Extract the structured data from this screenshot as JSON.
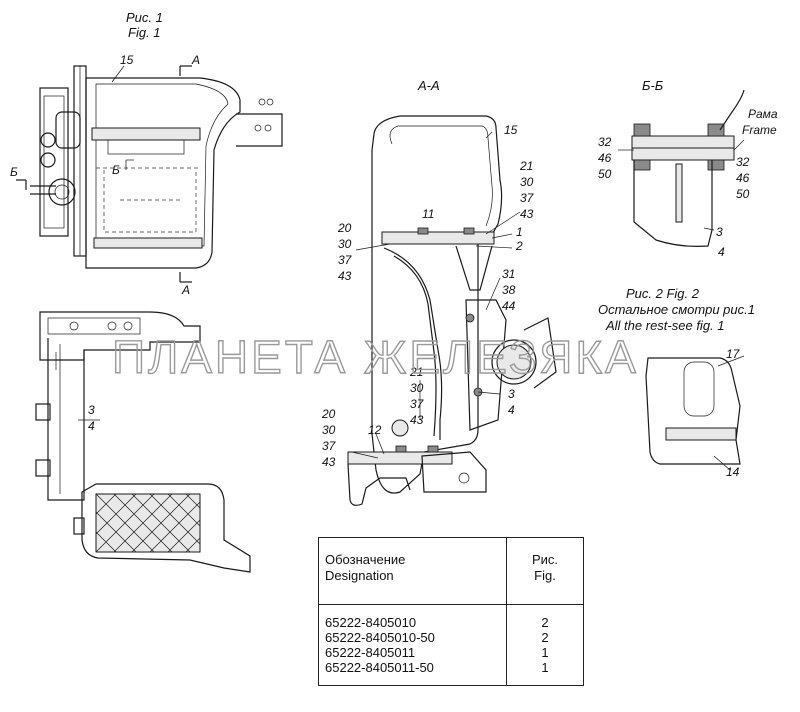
{
  "captions": {
    "fig1_ru": "Рис. 1",
    "fig1_en": "Fig.  1",
    "section_aa": "А-А",
    "section_bb": "Б-Б",
    "fig2_caption": "Рис. 2 Fig. 2",
    "fig2_note_ru": "Остальное смотри рис.1",
    "fig2_note_en": "All the rest-see fig. 1",
    "frame_ru": "Рама",
    "frame_en": "Frame"
  },
  "section_marks": {
    "a_top": "А",
    "a_bottom": "А",
    "b_left": "Б",
    "b_inner": "Б"
  },
  "callouts": {
    "c15_fig1": "15",
    "c3_left": "3",
    "c4_left": "4",
    "c15_aa": "15",
    "c21a": "21",
    "c30a": "30",
    "c37a": "37",
    "c43a": "43",
    "c11": "11",
    "c1": "1",
    "c2": "2",
    "c20a": "20",
    "c30b": "30",
    "c37b": "37",
    "c43b": "43",
    "c31": "31",
    "c38": "38",
    "c44": "44",
    "c21b": "21",
    "c30c": "30",
    "c37c": "37",
    "c43c": "43",
    "c3_aa": "3",
    "c4_aa": "4",
    "c20b": "20",
    "c30d": "30",
    "c37d": "37",
    "c43d": "43",
    "c12": "12",
    "c32_l": "32",
    "c46_l": "46",
    "c50_l": "50",
    "c32_r": "32",
    "c46_r": "46",
    "c50_r": "50",
    "c3_bb": "3",
    "c4_bb": "4",
    "c17": "17",
    "c14": "14"
  },
  "watermark": "ПЛАНЕТА ЖЕЛЕЗЯКА",
  "table": {
    "header_designation_ru": "Обозначение",
    "header_designation_en": "Designation",
    "header_fig_ru": "Рис.",
    "header_fig_en": "Fig.",
    "rows": [
      {
        "designation": "65222-8405010",
        "fig": "2"
      },
      {
        "designation": "65222-8405010-50",
        "fig": "2"
      },
      {
        "designation": "65222-8405011",
        "fig": "1"
      },
      {
        "designation": "65222-8405011-50",
        "fig": "1"
      }
    ]
  }
}
